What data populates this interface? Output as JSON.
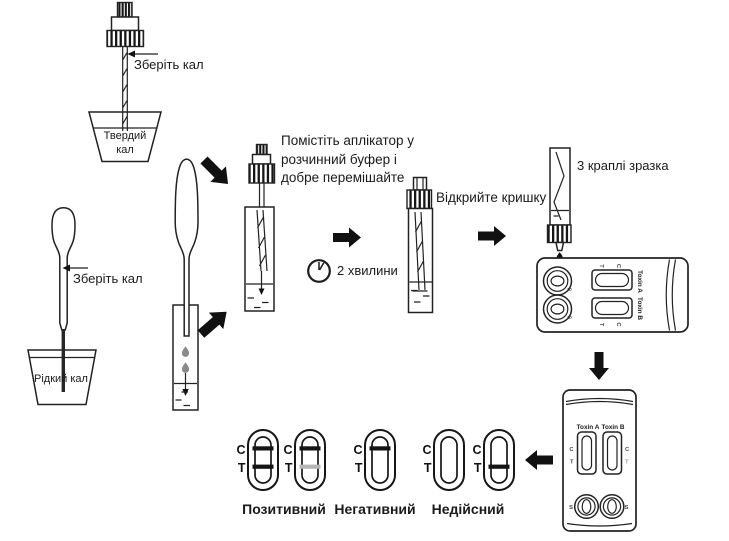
{
  "steps": {
    "solid_sample": {
      "cup_line1": "Твердий",
      "cup_line2": "кал",
      "arrow_label": "Зберіть кал"
    },
    "liquid_sample": {
      "cup_label": "Рідкий кал",
      "arrow_label": "Зберіть кал"
    },
    "mix": {
      "line1": "Помістіть аплікатор у",
      "line2": "розчинний буфер і",
      "line3": "добре перемішайте"
    },
    "wait": {
      "duration": "2 хвилини"
    },
    "open_cap": {
      "label": "Відкрийте кришку"
    },
    "dispense": {
      "label": "3 краплі зразка"
    }
  },
  "marks": {
    "control": "C",
    "test": "T",
    "sample": "S"
  },
  "cassette": {
    "toxin_a": "Toxin A",
    "toxin_b": "Toxin B"
  },
  "results": {
    "positive": {
      "label": "Позитивний",
      "ovals": [
        {
          "c_line": "strong",
          "t_line": "strong"
        },
        {
          "c_line": "strong",
          "t_line": "faint"
        }
      ]
    },
    "negative": {
      "label": "Негативний",
      "ovals": [
        {
          "c_line": "strong",
          "t_line": "none"
        }
      ]
    },
    "invalid": {
      "label": "Недійсний",
      "ovals": [
        {
          "c_line": "none",
          "t_line": "none"
        },
        {
          "c_line": "none",
          "t_line": "strong"
        }
      ]
    }
  },
  "colors": {
    "ink": "#1f1f1f",
    "droplet_gray": "#8a8a8a",
    "faint_line": "#b5b5b5",
    "arrow_black": "#111111"
  }
}
